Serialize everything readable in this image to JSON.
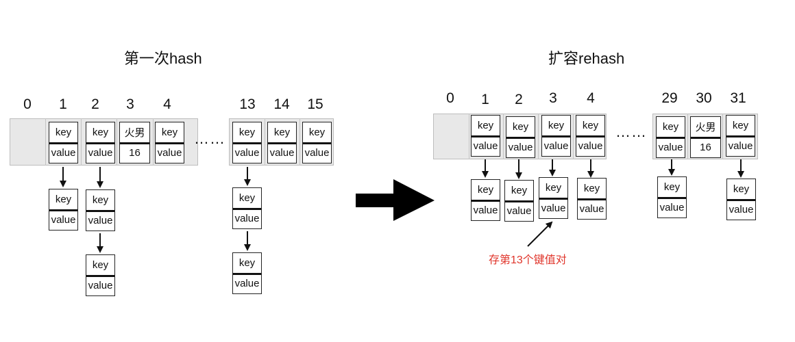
{
  "left": {
    "title": "第一次hash",
    "indices": [
      "0",
      "1",
      "2",
      "3",
      "4",
      "13",
      "14",
      "15"
    ],
    "slots": {
      "s1": {
        "key": "key",
        "value": "value"
      },
      "s2": {
        "key": "key",
        "value": "value"
      },
      "s3": {
        "key": "火男",
        "value": "16"
      },
      "s4": {
        "key": "key",
        "value": "value"
      },
      "s13": {
        "key": "key",
        "value": "value"
      },
      "s14": {
        "key": "key",
        "value": "value"
      },
      "s15": {
        "key": "key",
        "value": "value"
      }
    },
    "chains": {
      "c1a": {
        "key": "key",
        "value": "value"
      },
      "c2a": {
        "key": "key",
        "value": "value"
      },
      "c2b": {
        "key": "key",
        "value": "value"
      },
      "c13a": {
        "key": "key",
        "value": "value"
      },
      "c13b": {
        "key": "key",
        "value": "value"
      }
    },
    "ellipsis": "……"
  },
  "right": {
    "title": "扩容rehash",
    "indices": [
      "0",
      "1",
      "2",
      "3",
      "4",
      "29",
      "30",
      "31"
    ],
    "slots": {
      "s1": {
        "key": "key",
        "value": "value"
      },
      "s2": {
        "key": "key",
        "value": "value"
      },
      "s3": {
        "key": "key",
        "value": "value"
      },
      "s4": {
        "key": "key",
        "value": "value"
      },
      "s29": {
        "key": "key",
        "value": "value"
      },
      "s30": {
        "key": "火男",
        "value": "16"
      },
      "s31": {
        "key": "key",
        "value": "value"
      }
    },
    "chains": {
      "c1": {
        "key": "key",
        "value": "value"
      },
      "c2": {
        "key": "key",
        "value": "value"
      },
      "c3": {
        "key": "key",
        "value": "value"
      },
      "c4": {
        "key": "key",
        "value": "value"
      },
      "c29": {
        "key": "key",
        "value": "value"
      },
      "c31": {
        "key": "key",
        "value": "value"
      }
    },
    "ellipsis": "……",
    "annotation": "存第13个键值对"
  },
  "colors": {
    "annotation": "#e0352b",
    "strip": "#e8e8e8",
    "arrow": "#000000"
  }
}
